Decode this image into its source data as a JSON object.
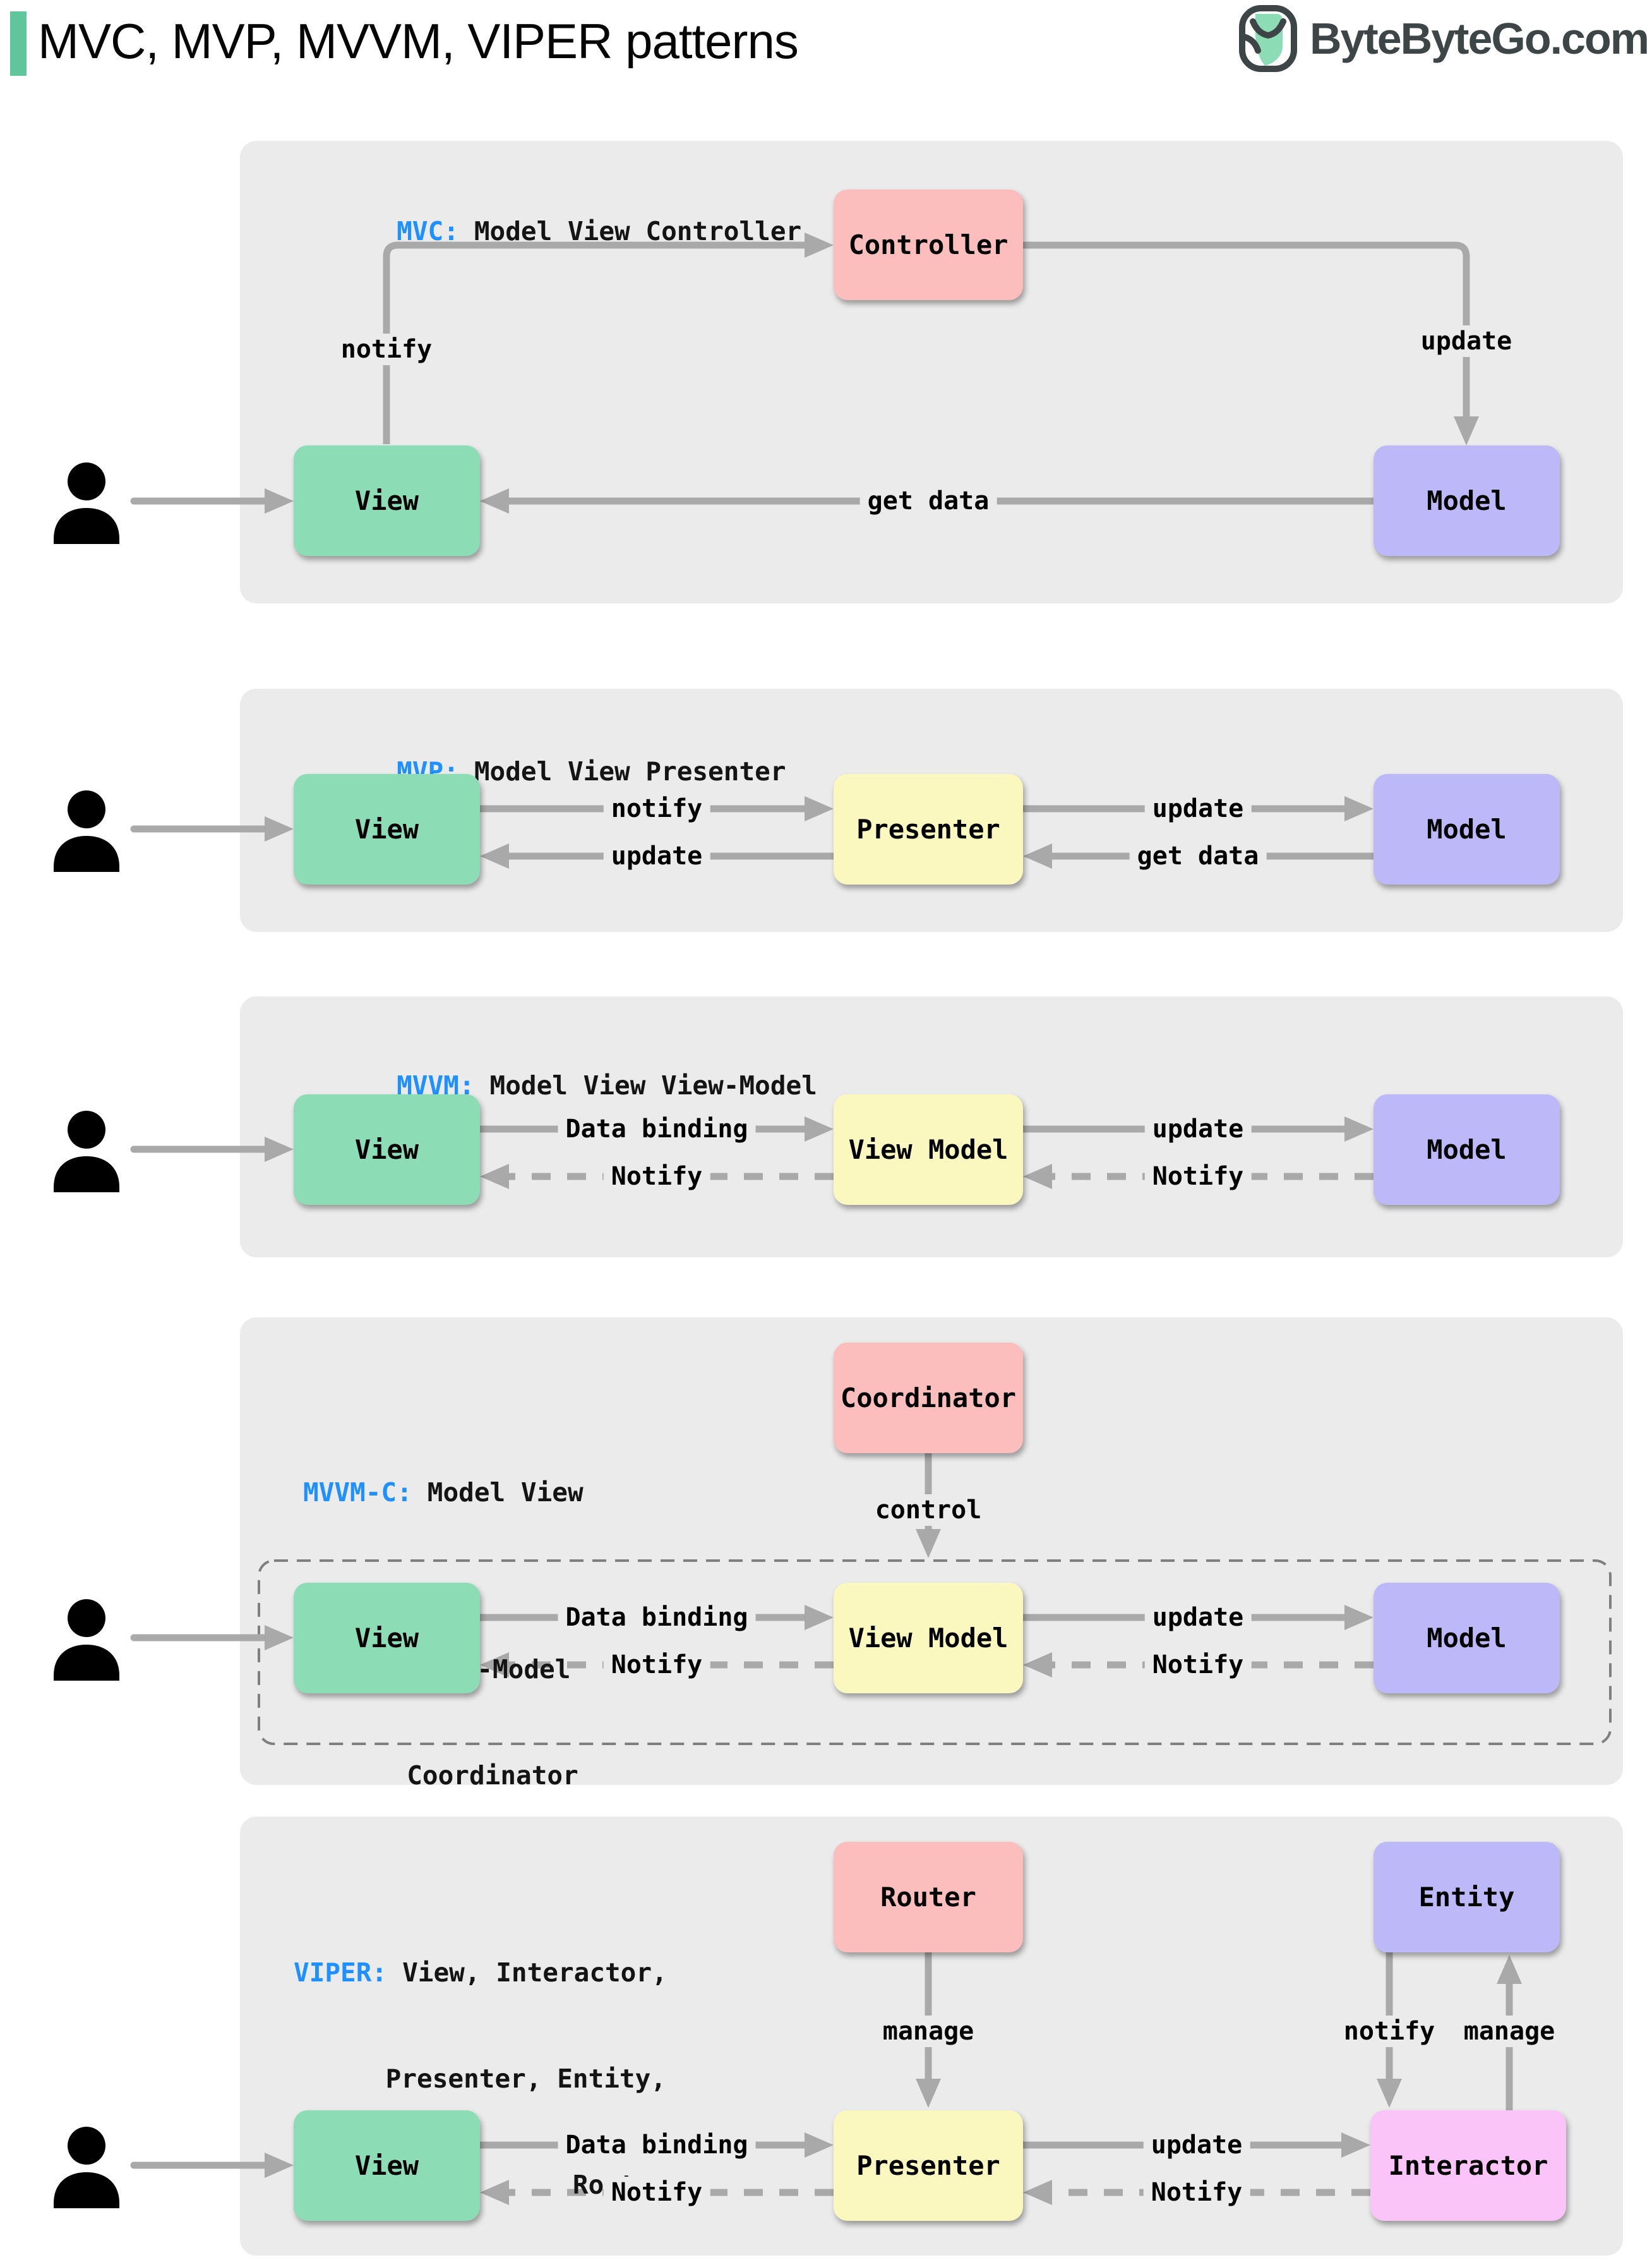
{
  "header": {
    "title": "MVC, MVP, MVVM, VIPER patterns",
    "brand": "ByteByteGo.com"
  },
  "colors": {
    "accent_green": "#5FC69B",
    "panel_bg": "#EBEBEB",
    "arrow_gray": "#A9A9A9",
    "abbr_blue": "#1E90FF",
    "box_green": "#8CDCB5",
    "box_pink": "#FCBDBD",
    "box_purple": "#BDB9F8",
    "box_yellow": "#FAF8BE",
    "box_magenta": "#FAC4F8",
    "brand_dark": "#3E4547"
  },
  "panels": [
    {
      "abbr": "MVC:",
      "title": "Model View Controller",
      "boxes": {
        "controller": "Controller",
        "view": "View",
        "model": "Model"
      },
      "edges": {
        "notify": "notify",
        "update": "update",
        "get_data": "get data"
      }
    },
    {
      "abbr": "MVP:",
      "title": "Model View Presenter",
      "boxes": {
        "view": "View",
        "presenter": "Presenter",
        "model": "Model"
      },
      "edges": {
        "notify": "notify",
        "update_view": "update",
        "update_model": "update",
        "get_data": "get data"
      }
    },
    {
      "abbr": "MVVM:",
      "title": "Model View View-Model",
      "boxes": {
        "view": "View",
        "view_model": "View Model",
        "model": "Model"
      },
      "edges": {
        "data_binding": "Data binding",
        "notify_view": "Notify",
        "update": "update",
        "notify_view_model": "Notify"
      }
    },
    {
      "abbr": "MVVM-C:",
      "title_lines": [
        "Model View",
        "View-Model",
        "Coordinator"
      ],
      "boxes": {
        "coordinator": "Coordinator",
        "view": "View",
        "view_model": "View Model",
        "model": "Model"
      },
      "edges": {
        "control": "control",
        "data_binding": "Data binding",
        "notify_view": "Notify",
        "update": "update",
        "notify_view_model": "Notify"
      }
    },
    {
      "abbr": "VIPER:",
      "title_lines": [
        "View, Interactor,",
        "Presenter, Entity,",
        "Router"
      ],
      "boxes": {
        "router": "Router",
        "entity": "Entity",
        "view": "View",
        "presenter": "Presenter",
        "interactor": "Interactor"
      },
      "edges": {
        "manage_presenter": "manage",
        "notify_interactor": "notify",
        "manage_entity": "manage",
        "data_binding": "Data binding",
        "notify_view": "Notify",
        "update": "update",
        "notify_presenter": "Notify"
      }
    }
  ]
}
